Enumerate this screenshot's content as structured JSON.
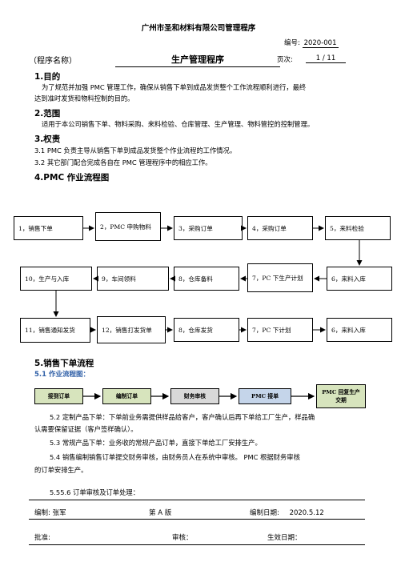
{
  "company_title": "广州市圣和材料有限公司管理程序",
  "doc_no_label": "编号:",
  "doc_no": "2020-001",
  "program_label": "（程序名称）",
  "program_name": "生产管理程序",
  "page_label": "页次:",
  "page_value": "1 / 11",
  "s1": {
    "heading": "1.目的",
    "text1": "为了规范并加强 PMC 管理工作，确保从销售下单到成品发货整个工作流程顺利进行，最终",
    "text2": "达到准时发货和物料控制的目的。"
  },
  "s2": {
    "heading": "2.范围",
    "text": "适用于本公司销售下单、物料采购、来料检验、仓库管理、生产管理、物料管控的控制管理。"
  },
  "s3": {
    "heading": "3.权责",
    "text1": "3.1 PMC 负责主导从销售下单到成品发货整个作业流程的工作情况。",
    "text2": "3.2 其它部门配合完成各自在 PMC 管理程序中的相应工作。"
  },
  "s4": {
    "heading": "4.PMC 作业流程图",
    "row1": [
      "1，销售下单",
      "2，PMC 申购物料",
      "3，采购订单",
      "4，采购订单",
      "5，来料检验"
    ],
    "row2": [
      "10，生产与入库",
      "9，车间领料",
      "8，仓库备料",
      "7，PC 下生产计划",
      "6，来料入库"
    ],
    "row3": [
      "11，销售通知发货",
      "12，销售打发货单",
      "8，仓库发货",
      "7，PC 下计划",
      "6，来料入库"
    ]
  },
  "s5": {
    "heading": "5.销售下单流程",
    "sub": "5.1 作业流程图：",
    "flow": [
      "接到订单",
      "编制订单",
      "财务审核",
      "PMC 接单",
      "PMC 回复生产交期"
    ],
    "colors": {
      "green": "#d7e4bd",
      "gray": "#d9d9d9",
      "blue": "#c5d5ea"
    },
    "p52a": "5.2 定制产品下单：下单前业务需提供样品给客户，客户确认后再下单给工厂生产，样品确",
    "p52b": "认需要保留证据（客户签样确认）。",
    "p53": "5.3 常规产品下单：业务收的常规产品订单，直接下单给工厂安排生产。",
    "p54a": "5.4 销售编制销售订单提交财务审核，由财务员人在系统中审核。  PMC 根据财务审核",
    "p54b": "的订单安排生产。",
    "p556": "5.55.6 订单审核及订单处理："
  },
  "footer": {
    "editor": "编制: 张军",
    "version": "第  A  版",
    "date_label": "编制日期:",
    "date": "2020.5.12",
    "approve": "批准:",
    "review": "审核：",
    "effective": "生效日期："
  }
}
